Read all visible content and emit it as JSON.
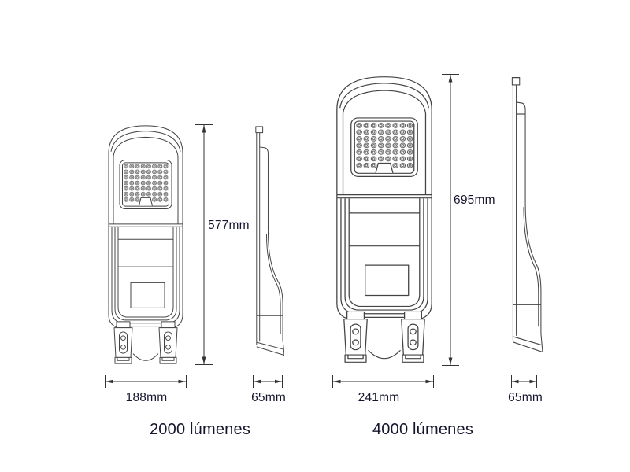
{
  "page": {
    "background": "#ffffff"
  },
  "drawing": {
    "line_color": "#444444",
    "dimension_color": "#333333",
    "text_color": "#15152e"
  },
  "figures": [
    {
      "id": "lamp-2000",
      "lumens_label": "2000 lúmenes",
      "height_label": "577mm",
      "width_label": "188mm",
      "depth_label": "65mm"
    },
    {
      "id": "lamp-4000",
      "lumens_label": "4000 lúmenes",
      "height_label": "695mm",
      "width_label": "241mm",
      "depth_label": "65mm"
    }
  ]
}
